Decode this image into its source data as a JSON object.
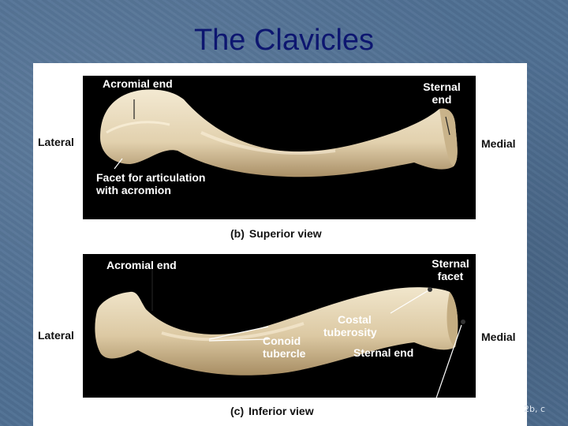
{
  "slide": {
    "title": "The Clavicles"
  },
  "figure": {
    "superior": {
      "caption_letter": "(b)",
      "caption_text": "Superior view",
      "labels": {
        "acromial_end": "Acromial end",
        "sternal_end_line1": "Sternal",
        "sternal_end_line2": "end",
        "lateral": "Lateral",
        "medial": "Medial",
        "facet_line1": "Facet for articulation",
        "facet_line2": "with acromion"
      }
    },
    "inferior": {
      "caption_letter": "(c)",
      "caption_text": "Inferior view",
      "labels": {
        "acromial_end": "Acromial  end",
        "sternal_facet_line1": "Sternal",
        "sternal_facet_line2": "facet",
        "lateral": "Lateral",
        "medial": "Medial",
        "costal_line1": "Costal",
        "costal_line2": "tuberosity",
        "conoid_line1": "Conoid",
        "conoid_line2": "tubercle",
        "sternal_end": "Sternal end"
      }
    },
    "figure_ref": "2b, c"
  },
  "colors": {
    "title": "#0d1670",
    "bone": "#e9dcc0",
    "bone_shadow": "#b9a47e",
    "background": "#4f6f93"
  }
}
